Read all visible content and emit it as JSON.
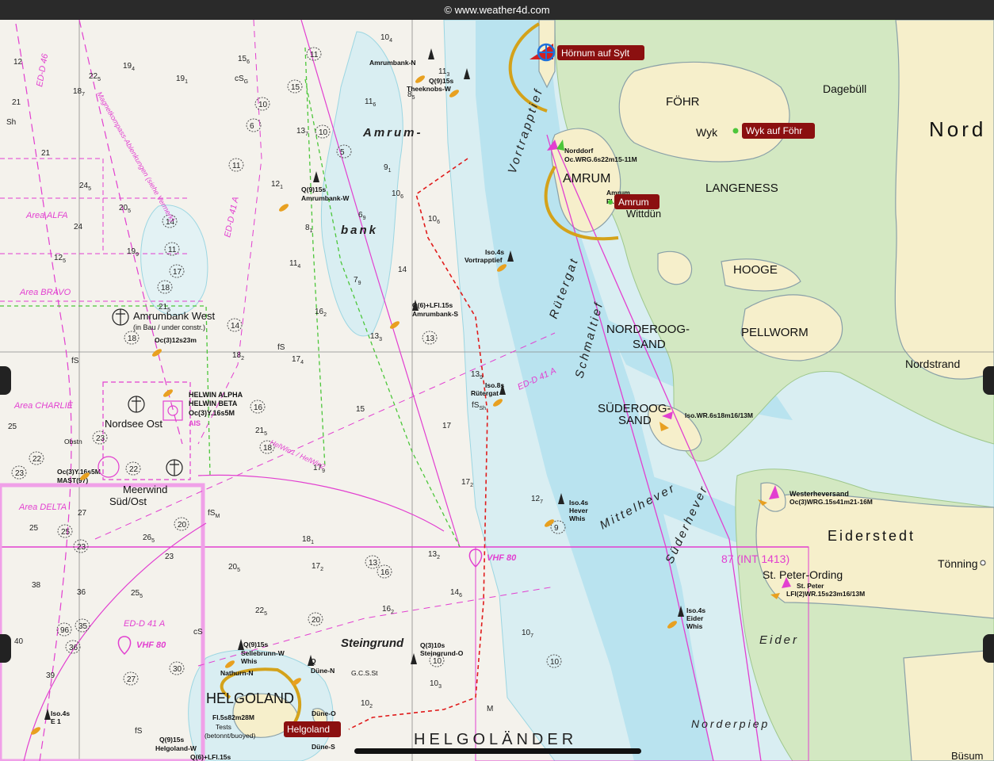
{
  "header": {
    "copyright": "© www.weather4d.com"
  },
  "colors": {
    "water": "#f4f1ea",
    "shallow": "#d7ecef",
    "channel": "#b7e2ee",
    "land": "#f6efcc",
    "intertidal": "#d4e8c4",
    "magenta": "#e23fd0",
    "marker": "#8b1010"
  },
  "ports": [
    {
      "id": "hornum",
      "label": "Hörnum auf Sylt"
    },
    {
      "id": "wyk",
      "label": "Wyk auf Föhr"
    },
    {
      "id": "amrum",
      "label": "Amrum"
    },
    {
      "id": "helgoland",
      "label": "Helgoland"
    }
  ],
  "places": {
    "nord": "Nord",
    "fohr": "FÖHR",
    "wyk": "Wyk",
    "dagebull": "Dagebüll",
    "amrum": "AMRUM",
    "wittdun": "Wittdün",
    "langeness": "LANGENESS",
    "hooge": "HOOGE",
    "norderoog1": "NORDEROOG-",
    "norderoog2": "SAND",
    "pellworm": "PELLWORM",
    "nordstrand": "Nordstrand",
    "suderoog1": "SÜDEROOG-",
    "suderoog2": "SAND",
    "westerhever": "Westerheversand",
    "eiderstedt": "Eiderstedt",
    "tonning": "Tönning",
    "stpeter": "St. Peter-Ording",
    "helgoland": "HELGOLAND",
    "busum": "Büsum",
    "nordsee_ost": "Nordsee Ost",
    "meerwind1": "Meerwind",
    "meerwind2": "Süd/Ost",
    "amrumbank_west": "Amrumbank West",
    "amrumbank_west_sub": "(in Bau / under constr.)",
    "helwin_alpha": "HELWIN ALPHA",
    "helwin_beta": "HELWIN BETA",
    "helwin_light": "Oc(3)Y.16s5M",
    "ais": "AIS"
  },
  "channels": {
    "vortrapptief": "Vortrapptief",
    "rutergat": "Rütergat",
    "schmaltief": "Schmaltief",
    "mittelhever": "Mittelhever",
    "suderhever": "Süderhever",
    "eider": "Eider",
    "norderpiep": "Norderpiep",
    "amrum_bank1": "Amrum-",
    "amrum_bank2": "bank",
    "steingrund": "Steingrund",
    "helgolander": "HELGOLÄNDER"
  },
  "areas": {
    "alfa": "Area ALFA",
    "bravo": "Area BRAVO",
    "charlie": "Area CHARLIE",
    "delta": "Area DELTA"
  },
  "zones": {
    "edd46": "ED-D 46",
    "edd41a": "ED-D 41 A",
    "edd41a2": "ED-D 41 A",
    "edd41a3": "ED-D 41 A",
    "helwin_route": "HelWin1 / HelWin2",
    "vhf1": "VHF 80",
    "vhf2": "VHF 80",
    "int": "87 (INT 1413)",
    "compass": "Magnetkompass-Ablenkungen (siehe Vermerk)"
  },
  "lights": {
    "norddorf": "Norddorf",
    "norddorf_light": "Oc.WRG.6s22m15-11M",
    "amrum_lt": "Amrum",
    "amrum_fl": "Fl.",
    "amrumbank_n": "Amrumbank-N",
    "theeknobs": "Theeknobs-W",
    "theeknobs_q": "Q(9)15s",
    "amrumbank_w": "Amrumbank-W",
    "amrumbank_w_q": "Q(9)15s",
    "vortrapptief_iso": "Iso.4s",
    "vortrapptief_name": "Vortrapptief",
    "amrumbank_s_q": "Q(6)+LFl.15s",
    "amrumbank_s": "Amrumbank-S",
    "rutergat_iso": "Iso.8s",
    "rutergat_name": "Rütergat",
    "amrumbank_west_oc": "Oc(3)12s23m",
    "suderoog_light": "Iso.WR.6s18m16/13M",
    "westerhever_light": "Oc(3)WRG.15s41m21-16M",
    "stpeter1": "St. Peter",
    "stpeter2": "LFl(2)WR.15s23m16/13M",
    "hever_iso": "Iso.4s",
    "hever1": "Hever",
    "hever2": "Whis",
    "eider_iso": "Iso.4s",
    "eider1": "Eider",
    "eider2": "Whis",
    "mast": "MAST(97)",
    "mast_light": "Oc(3)Y.16s5M",
    "sellebrunn_q": "Q(9)15s",
    "sellebrunn": "Sellebrunn-W",
    "sellebrunn_w": "Whis",
    "nathurn": "Nathurn-N",
    "dune_n_q": "Q",
    "dune_n": "Düne-N",
    "steingrund_q": "Q(3)10s",
    "steingrund_o": "Steingrund-O",
    "dune_o": "Düne-O",
    "dune_s": "Düne-S",
    "helgoland_fl": "Fl.5s82m28M",
    "tests": "Tests",
    "tests2": "(betonnt/buoyed)",
    "e1_iso": "Iso.4s",
    "e1": "E 1",
    "helgoland_w_q": "Q(9)15s",
    "helgoland_w": "Helgoland-W",
    "q6": "Q(6)+LFl.15s",
    "gcst": "G.C.S.St",
    "obstn": "Obstn"
  },
  "soundings": [
    [
      "12",
      "17",
      "81"
    ],
    [
      "22.5",
      "112",
      "99"
    ],
    [
      "19.4",
      "155",
      "86"
    ],
    [
      "15.6",
      "300",
      "77"
    ],
    [
      "19.1",
      "222",
      "102"
    ],
    [
      "cS.G",
      "296",
      "102"
    ],
    [
      "18.7",
      "92",
      "118"
    ],
    [
      "21",
      "15",
      "132"
    ],
    [
      "Sh",
      "8",
      "157"
    ],
    [
      "21",
      "52",
      "196"
    ],
    [
      "24.5",
      "100",
      "237"
    ],
    [
      "20.5",
      "150",
      "265"
    ],
    [
      "24",
      "93",
      "289"
    ],
    [
      "19.9",
      "160",
      "320"
    ],
    [
      "12.5",
      "68",
      "328"
    ],
    [
      "21.5",
      "200",
      "390"
    ],
    [
      "18.2",
      "293",
      "451"
    ],
    [
      "17.4",
      "368",
      "456"
    ],
    [
      "fS",
      "90",
      "458"
    ],
    [
      "fS",
      "350",
      "441"
    ],
    [
      "16.2",
      "397",
      "396"
    ],
    [
      "15",
      "449",
      "519"
    ],
    [
      "21.5",
      "322",
      "546"
    ],
    [
      "17.9",
      "395",
      "593"
    ],
    [
      "17",
      "558",
      "540"
    ],
    [
      "17.2",
      "582",
      "611"
    ],
    [
      "12.7",
      "670",
      "632"
    ],
    [
      "13.2",
      "540",
      "702"
    ],
    [
      "18.1",
      "381",
      "683"
    ],
    [
      "20.5",
      "288",
      "718"
    ],
    [
      "17.2",
      "393",
      "717"
    ],
    [
      "23",
      "208",
      "705"
    ],
    [
      "26.5",
      "180",
      "681"
    ],
    [
      "14.6",
      "568",
      "750"
    ],
    [
      "16.2",
      "482",
      "771"
    ],
    [
      "22.5",
      "322",
      "773"
    ],
    [
      "38",
      "40",
      "741"
    ],
    [
      "25.5",
      "165",
      "751"
    ],
    [
      "36",
      "97",
      "750"
    ],
    [
      "39",
      "58",
      "855"
    ],
    [
      "40",
      "18",
      "812"
    ],
    [
      "cS",
      "244",
      "800"
    ],
    [
      "10.7",
      "658",
      "801"
    ],
    [
      "10.3",
      "542",
      "865"
    ],
    [
      "10.2",
      "455",
      "890"
    ],
    [
      "M",
      "614",
      "897"
    ],
    [
      "fS",
      "170",
      "925"
    ],
    [
      "14",
      "502",
      "343"
    ],
    [
      "11.4",
      "365",
      "335"
    ],
    [
      "8.1",
      "385",
      "290"
    ],
    [
      "6.9",
      "452",
      "274"
    ],
    [
      "7.9",
      "446",
      "356"
    ],
    [
      "10.6",
      "494",
      "247"
    ],
    [
      "9.1",
      "484",
      "214"
    ],
    [
      "13.3",
      "467",
      "427"
    ],
    [
      "13.9",
      "594",
      "475"
    ],
    [
      "fS.Sh",
      "595",
      "514"
    ],
    [
      "10.4",
      "480",
      "50"
    ],
    [
      "8.5",
      "514",
      "122"
    ],
    [
      "11.3",
      "553",
      "93"
    ],
    [
      "11.6",
      "460",
      "131"
    ],
    [
      "10.6",
      "540",
      "279"
    ],
    [
      "12.1",
      "342",
      "235"
    ],
    [
      "13.7",
      "374",
      "168"
    ],
    [
      "25",
      "37",
      "669"
    ],
    [
      "27",
      "98",
      "650"
    ],
    [
      "25",
      "10",
      "541"
    ],
    [
      "fS.M",
      "262",
      "650"
    ]
  ],
  "wrecks": [
    [
      "11",
      "392",
      "72"
    ],
    [
      "15",
      "368",
      "113"
    ],
    [
      "10",
      "327",
      "135"
    ],
    [
      "6",
      "316",
      "162"
    ],
    [
      "10",
      "403",
      "170"
    ],
    [
      "5",
      "430",
      "195"
    ],
    [
      "11",
      "294",
      "212"
    ],
    [
      "14",
      "210",
      "283"
    ],
    [
      "11",
      "213",
      "318"
    ],
    [
      "17",
      "219",
      "346"
    ],
    [
      "18",
      "204",
      "366"
    ],
    [
      "14",
      "292",
      "414"
    ],
    [
      "18",
      "162",
      "430"
    ],
    [
      "13",
      "538",
      "430"
    ],
    [
      "16",
      "321",
      "517"
    ],
    [
      "18",
      "333",
      "568"
    ],
    [
      "23",
      "122",
      "556"
    ],
    [
      "22",
      "42",
      "582"
    ],
    [
      "23",
      "20",
      "600"
    ],
    [
      "20",
      "225",
      "665"
    ],
    [
      "25",
      "78",
      "674"
    ],
    [
      "23",
      "98",
      "693"
    ],
    [
      "13",
      "466",
      "713"
    ],
    [
      "16",
      "481",
      "725"
    ],
    [
      "9",
      "700",
      "669"
    ],
    [
      "20",
      "394",
      "785"
    ],
    [
      "35",
      "100",
      "793"
    ],
    [
      "36",
      "88",
      "820"
    ],
    [
      "96",
      "77",
      "798"
    ],
    [
      "10",
      "547",
      "837"
    ],
    [
      "10",
      "695",
      "838"
    ],
    [
      "27",
      "161",
      "860"
    ],
    [
      "30",
      "219",
      "847"
    ],
    [
      "22",
      "164",
      "595"
    ]
  ]
}
